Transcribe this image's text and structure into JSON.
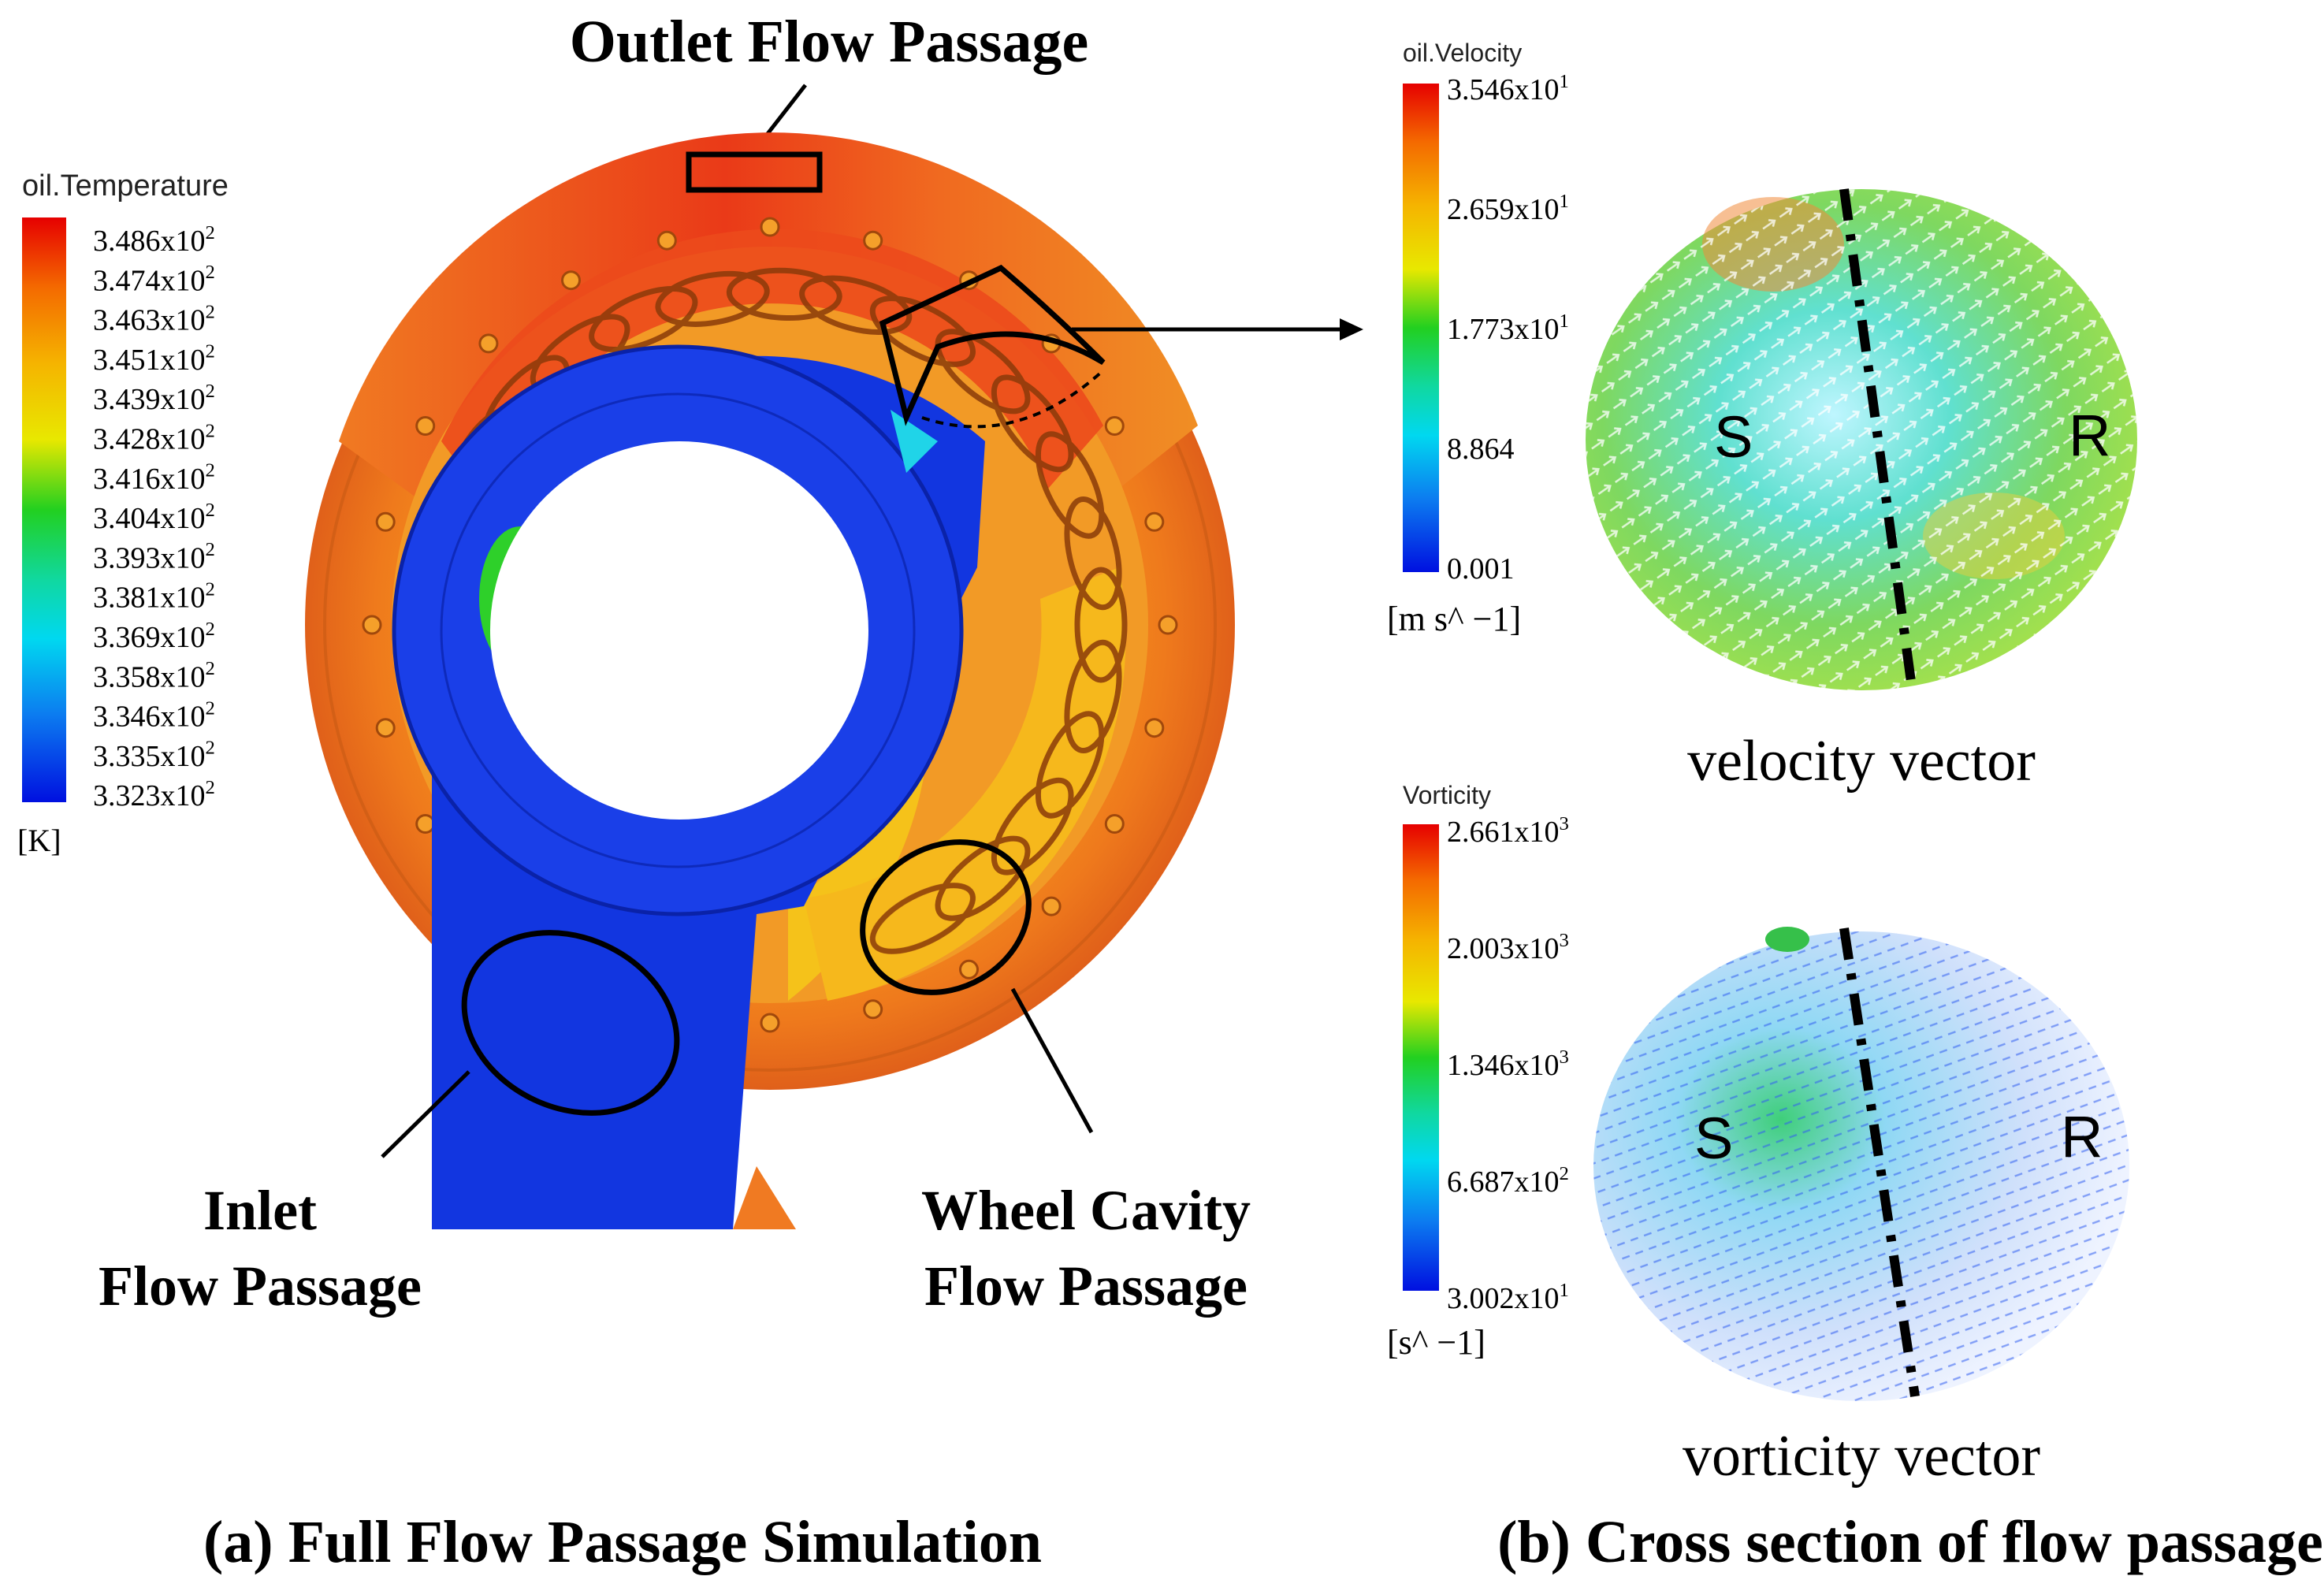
{
  "labels": {
    "outlet": "Outlet Flow Passage",
    "inlet_line1": "Inlet",
    "inlet_line2": "Flow  Passage",
    "wheel_line1": "Wheel Cavity",
    "wheel_line2": "Flow Passage",
    "caption_a": "(a) Full Flow Passage Simulation",
    "caption_b": "(b)   Cross section of flow passage",
    "velocity_caption": "velocity vector",
    "vorticity_caption": "vorticity vector"
  },
  "temperature_legend": {
    "title": "oil.Temperature",
    "unit": "[K]",
    "ticks": [
      {
        "mantissa": "3.486x10",
        "exp": "2"
      },
      {
        "mantissa": "3.474x10",
        "exp": "2"
      },
      {
        "mantissa": "3.463x10",
        "exp": "2"
      },
      {
        "mantissa": "3.451x10",
        "exp": "2"
      },
      {
        "mantissa": "3.439x10",
        "exp": "2"
      },
      {
        "mantissa": "3.428x10",
        "exp": "2"
      },
      {
        "mantissa": "3.416x10",
        "exp": "2"
      },
      {
        "mantissa": "3.404x10",
        "exp": "2"
      },
      {
        "mantissa": "3.393x10",
        "exp": "2"
      },
      {
        "mantissa": "3.381x10",
        "exp": "2"
      },
      {
        "mantissa": "3.369x10",
        "exp": "2"
      },
      {
        "mantissa": "3.358x10",
        "exp": "2"
      },
      {
        "mantissa": "3.346x10",
        "exp": "2"
      },
      {
        "mantissa": "3.335x10",
        "exp": "2"
      },
      {
        "mantissa": "3.323x10",
        "exp": "2"
      }
    ]
  },
  "velocity_legend": {
    "title": "oil.Velocity",
    "unit": "[m  s^ −1]",
    "ticks": [
      {
        "mantissa": "3.546x10",
        "exp": "1"
      },
      {
        "mantissa": "2.659x10",
        "exp": "1"
      },
      {
        "mantissa": "1.773x10",
        "exp": "1"
      },
      {
        "mantissa": "8.864",
        "exp": ""
      },
      {
        "mantissa": "0.001",
        "exp": ""
      }
    ]
  },
  "vorticity_legend": {
    "title": "Vorticity",
    "unit": "[s^ −1]",
    "ticks": [
      {
        "mantissa": "2.661x10",
        "exp": "3"
      },
      {
        "mantissa": "2.003x10",
        "exp": "3"
      },
      {
        "mantissa": "1.346x10",
        "exp": "3"
      },
      {
        "mantissa": "6.687x10",
        "exp": "2"
      },
      {
        "mantissa": "3.002x10",
        "exp": "1"
      }
    ]
  },
  "section_markers": {
    "velocity": {
      "left": "S",
      "right": "R"
    },
    "vorticity": {
      "left": "S",
      "right": "R"
    }
  },
  "colors": {
    "hot": "#e8331a",
    "warm": "#f07a22",
    "yellow": "#f4b41c",
    "cold": "#1236e0",
    "cyan": "#20d4e8",
    "green": "#22c030"
  }
}
